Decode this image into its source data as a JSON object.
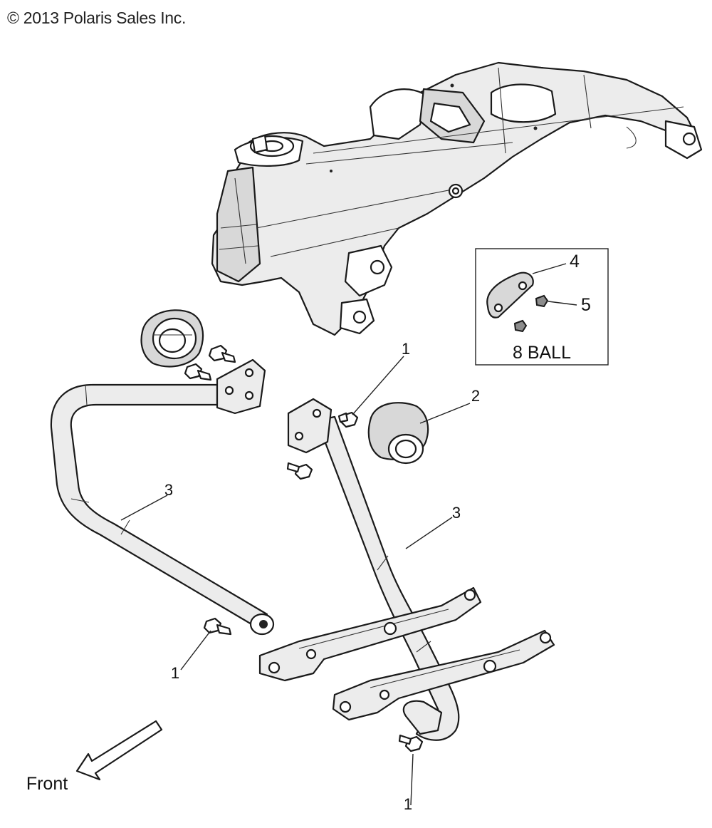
{
  "copyright": "© 2013 Polaris Sales Inc.",
  "callouts": [
    {
      "id": "c1-top",
      "label": "1"
    },
    {
      "id": "c2",
      "label": "2"
    },
    {
      "id": "c3-left",
      "label": "3"
    },
    {
      "id": "c3-right",
      "label": "3"
    },
    {
      "id": "c4",
      "label": "4"
    },
    {
      "id": "c5",
      "label": "5"
    },
    {
      "id": "c1-left",
      "label": "1"
    },
    {
      "id": "c1-bottom",
      "label": "1"
    }
  ],
  "inset": {
    "caption": "8 BALL"
  },
  "direction": {
    "label": "Front"
  }
}
